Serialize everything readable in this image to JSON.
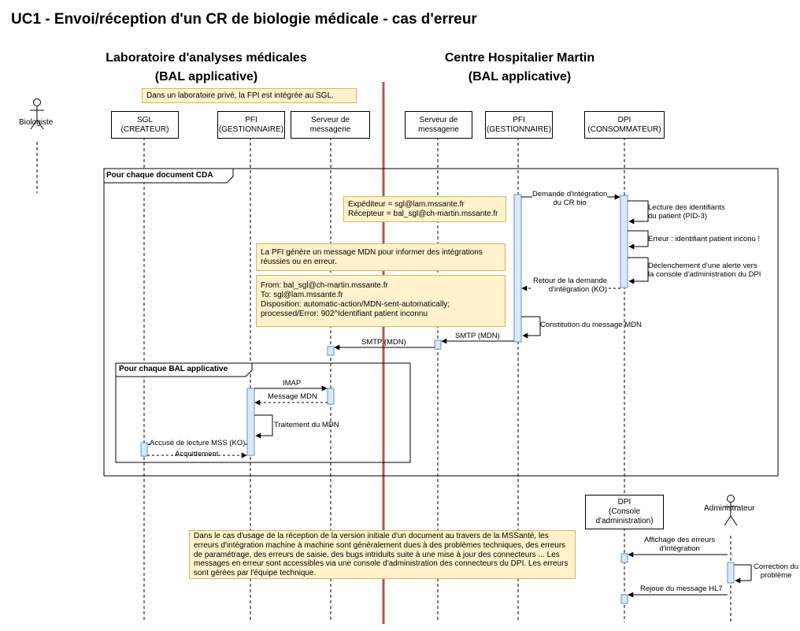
{
  "title": "UC1 - Envoi/réception d'un CR de biologie médicale - cas d'erreur",
  "orgs": {
    "left": [
      "Laboratoire d'analyses médicales",
      "(BAL applicative)"
    ],
    "right": [
      "Centre Hospitalier Martin",
      "(BAL applicative)"
    ]
  },
  "notes": {
    "private_lab": "Dans un laboratoire privé, la FPI est intégrée au SGL.",
    "sender": [
      "Expéditeur = sgl@lam.mssante.fr",
      "Récepteur = bal_sgl@ch-martin.mssante.fr"
    ],
    "mdn": [
      "La PFI génère un message MDN pour informer des intégrations",
      "réussies ou en erreur."
    ],
    "from": [
      "From: bal_sgl@ch-martin.mssante.fr",
      "To: sgl@lam.mssante.fr",
      "Disposition: automatic-action/MDN-sent-automatically;",
      "processed/Error: 902^Identifiant patient inconnu"
    ],
    "usecase": [
      "Dans le cas d'usage de la réception de la version initiale d'un document au travers de la MSSanté, les",
      "erreurs d'intégration machine à machine sont généralement dues à des problèmes techniques, des erreurs",
      "de paramétrage, des erreurs de saisie, des bugs intriduits suite à une mise à jour des connecteurs ... Les",
      "messages en erreur sont accessibles via une console d'administration des connecteurs du DPI. Les erreurs",
      "sont gérées par l'équipe technique."
    ]
  },
  "actors": {
    "biologiste": "Biologiste",
    "sgl": [
      "SGL",
      "(CREATEUR)"
    ],
    "pfi_lab": [
      "PFI",
      "(GESTIONNAIRE)"
    ],
    "serveur_lab": [
      "Serveur de",
      "messagerie"
    ],
    "serveur_ch": [
      "Serveur de",
      "messagerie"
    ],
    "pfi_ch": [
      "PFI",
      "(GESTIONNAIRE)"
    ],
    "dpi": [
      "DPI",
      "(CONSOMMATEUR)"
    ],
    "dpi_console": [
      "DPI",
      "(Console",
      "d'administration)"
    ],
    "administrateur": "Administrateur"
  },
  "frames": {
    "outer": "Pour chaque document CDA",
    "inner": "Pour chaque BAL applicative"
  },
  "messages": {
    "demande": [
      "Demande d'intégration",
      "du CR bio"
    ],
    "lecture": [
      "Lecture des identifiants",
      "du patient (PID-3)"
    ],
    "erreur": "Erreur : identifiant patient inconu !",
    "alerte": [
      "Déclenchement d'une alerte vers",
      "la console d'administration du DPI"
    ],
    "retour": [
      "Retour de la demande",
      "d'intégration (KO)"
    ],
    "constitution": "Constitution du message MDN",
    "smtp1": "SMTP (MDN)",
    "smtp2": "SMTP (MDN)",
    "imap": "IMAP",
    "message_mdn": "Message MDN",
    "traitement": "Traitement du MDN",
    "accuse": "Accusé de lecture MSS (KO)",
    "acquittement": "Acquittement",
    "affichage": [
      "Affichage des erreurs",
      "d'intégration"
    ],
    "correction": [
      "Correction du",
      "problème"
    ],
    "rejoue": "Rejoue du message HL7"
  },
  "colors": {
    "note_fill": "#fff2cc",
    "note_border": "#d6b656",
    "separator": "#b85450",
    "activation": "#dae8fc",
    "activation_border": "#6c8ebf"
  }
}
